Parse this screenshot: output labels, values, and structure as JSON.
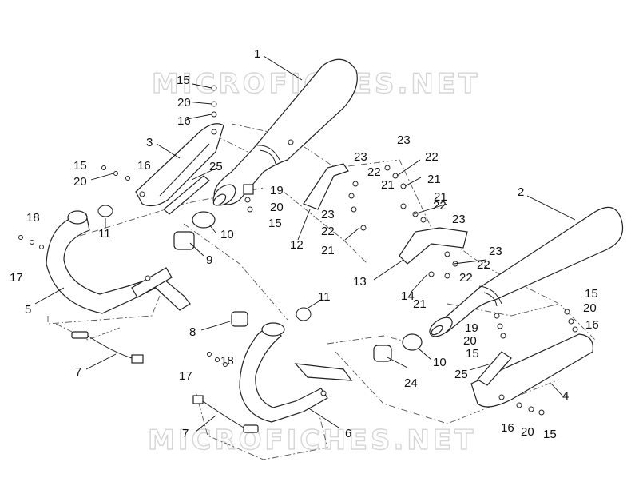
{
  "watermark": {
    "top": "MICROFICHES.NET",
    "bottom": "MICROFICHES.NET"
  },
  "callouts": {
    "c1": "1",
    "c2": "2",
    "c3": "3",
    "c4": "4",
    "c5": "5",
    "c6": "6",
    "c7a": "7",
    "c7b": "7",
    "c8": "8",
    "c9": "9",
    "c10a": "10",
    "c10b": "10",
    "c11a": "11",
    "c11b": "11",
    "c12": "12",
    "c13": "13",
    "c14": "14",
    "c15a": "15",
    "c15b": "15",
    "c15c": "15",
    "c15d": "15",
    "c15e": "15",
    "c15f": "15",
    "c16a": "16",
    "c16b": "16",
    "c16c": "16",
    "c16d": "16",
    "c17a": "17",
    "c17b": "17",
    "c18a": "18",
    "c18b": "18",
    "c19a": "19",
    "c19b": "19",
    "c20a": "20",
    "c20b": "20",
    "c20c": "20",
    "c20d": "20",
    "c20e": "20",
    "c20f": "20",
    "c21a": "21",
    "c21b": "21",
    "c21c": "21",
    "c21d": "21",
    "c21e": "21",
    "c22a": "22",
    "c22b": "22",
    "c22c": "22",
    "c22d": "22",
    "c22e": "22",
    "c22f": "22",
    "c23a": "23",
    "c23b": "23",
    "c23c": "23",
    "c23d": "23",
    "c23e": "23",
    "c24": "24",
    "c25a": "25",
    "c25b": "25"
  }
}
